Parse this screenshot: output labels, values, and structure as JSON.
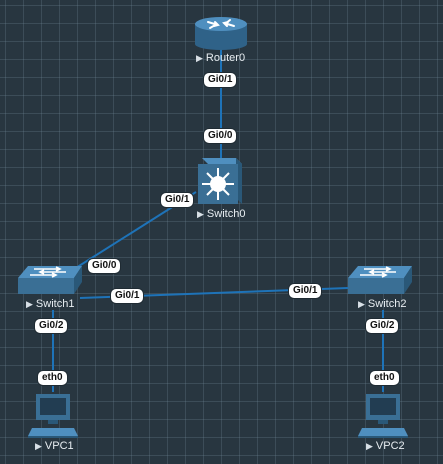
{
  "nodes": {
    "router0": {
      "label": "Router0"
    },
    "switch0": {
      "label": "Switch0"
    },
    "switch1": {
      "label": "Switch1"
    },
    "switch2": {
      "label": "Switch2"
    },
    "vpc1": {
      "label": "VPC1"
    },
    "vpc2": {
      "label": "VPC2"
    }
  },
  "ports": {
    "router0_gi01": "Gi0/1",
    "switch0_gi00": "Gi0/0",
    "switch0_gi01": "Gi0/1",
    "switch1_gi00": "Gi0/0",
    "switch1_gi01": "Gi0/1",
    "switch1_gi02": "Gi0/2",
    "switch2_gi01": "Gi0/1",
    "switch2_gi02": "Gi0/2",
    "vpc1_eth0": "eth0",
    "vpc2_eth0": "eth0"
  },
  "colors": {
    "canvas": "#283640",
    "link": "#1e73b8",
    "device": "#3a6f95"
  },
  "icons": {
    "router": "router-icon",
    "l3switch": "multilayer-switch-icon",
    "switch": "switch-icon",
    "pc": "pc-icon"
  }
}
